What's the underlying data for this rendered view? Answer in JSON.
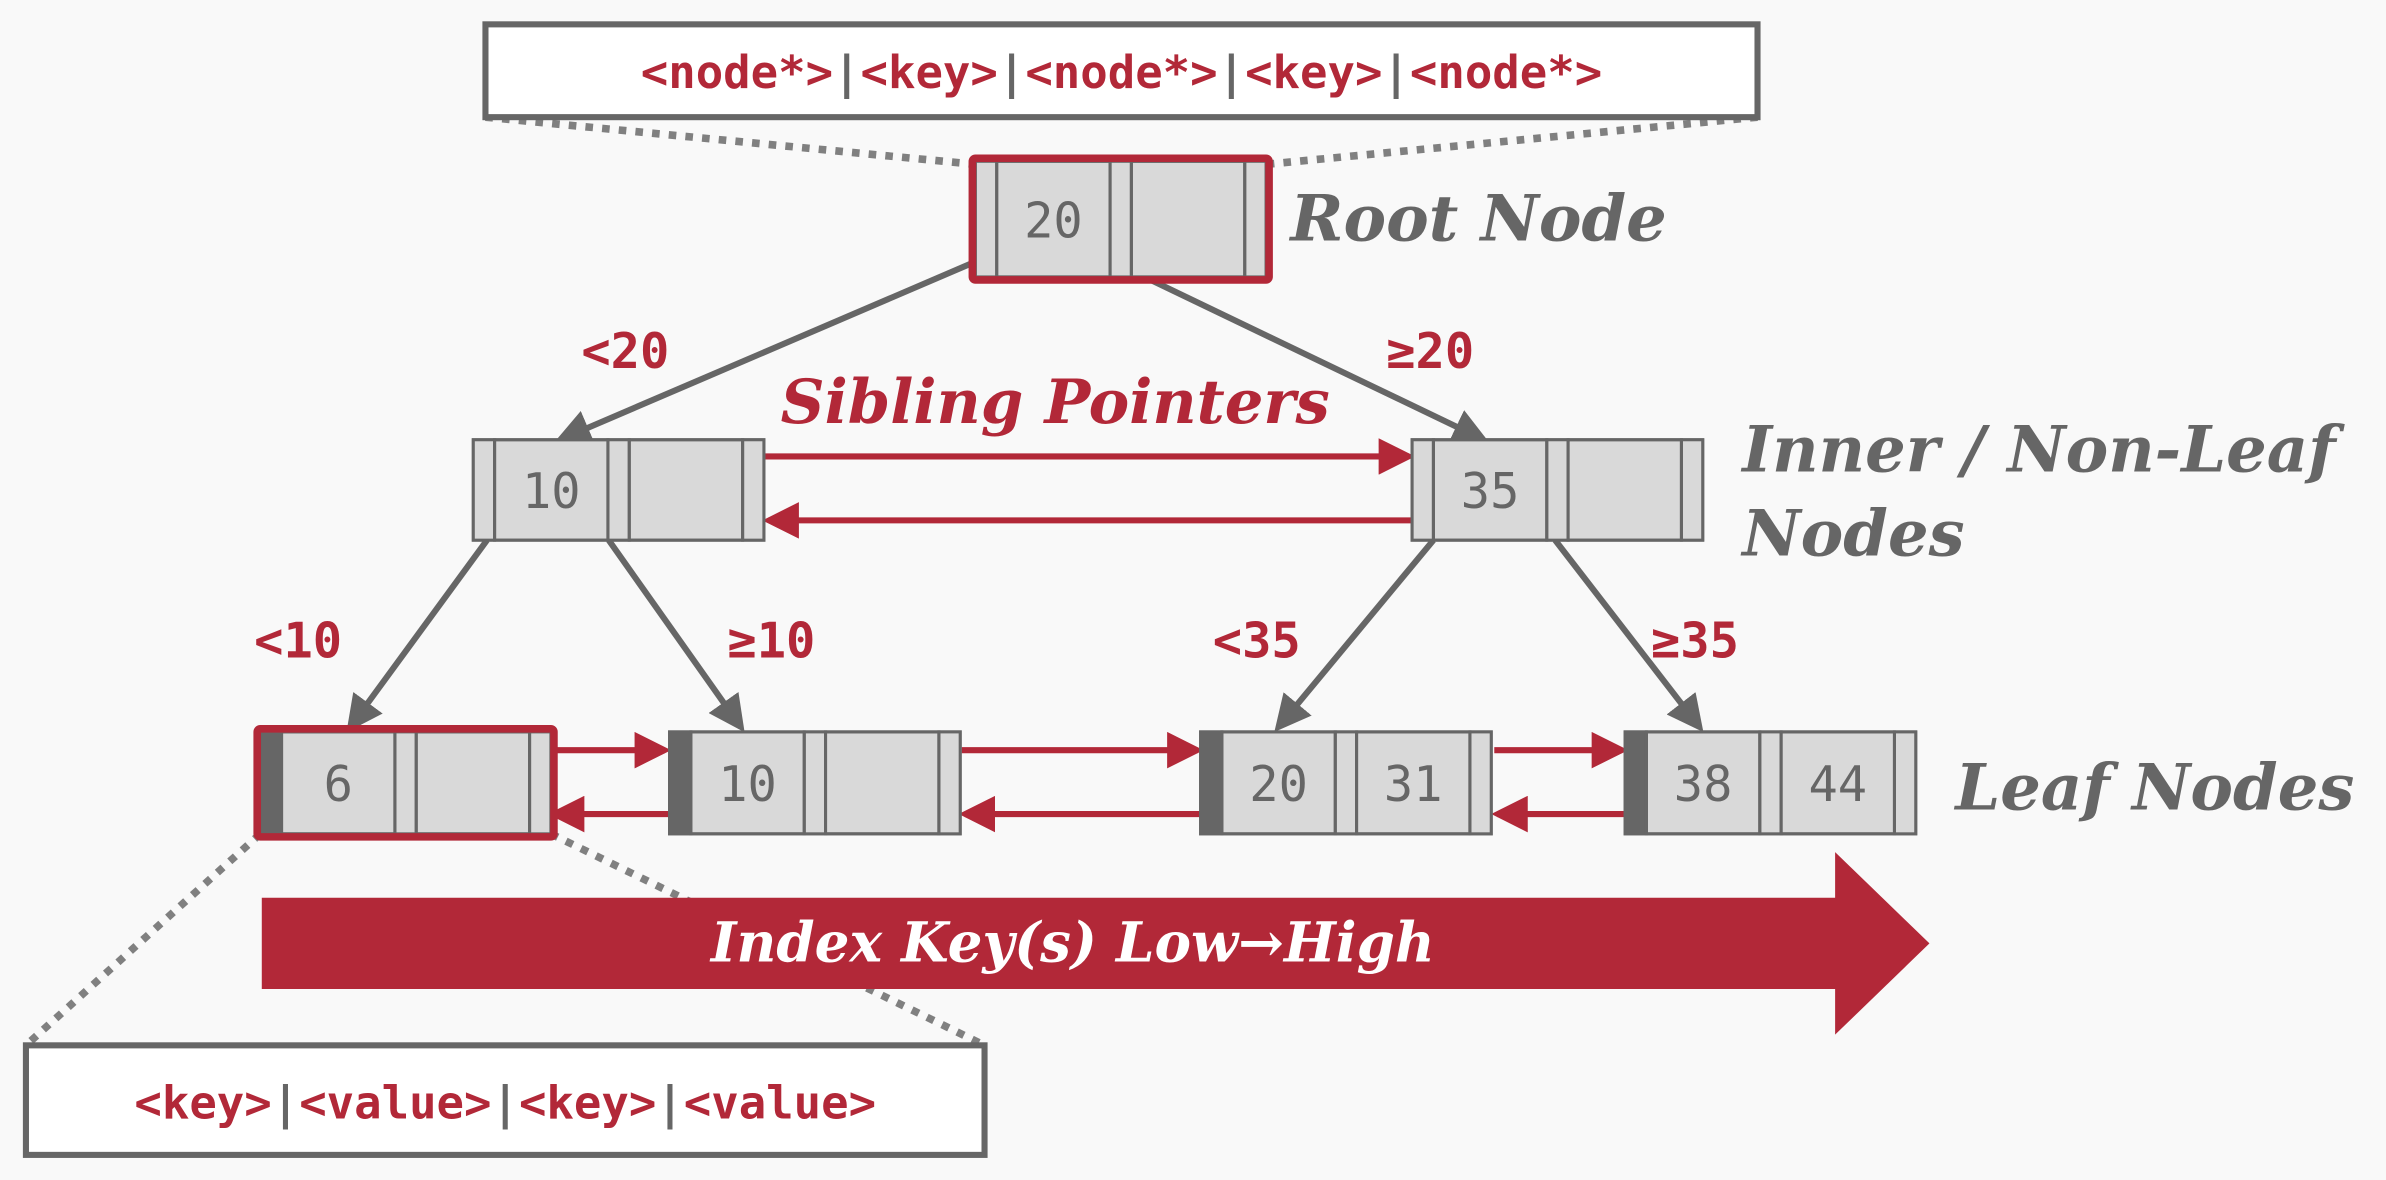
{
  "colors": {
    "accent": "#b22838",
    "gray": "#666666",
    "cell_fill": "#d9d9d9",
    "dotted": "#808080"
  },
  "inner_format": [
    {
      "t": "<node*>",
      "accent": true
    },
    {
      "t": "|",
      "accent": false
    },
    {
      "t": "<key>",
      "accent": true
    },
    {
      "t": "|",
      "accent": false
    },
    {
      "t": "<node*>",
      "accent": true
    },
    {
      "t": "|",
      "accent": false
    },
    {
      "t": "<key>",
      "accent": true
    },
    {
      "t": "|",
      "accent": false
    },
    {
      "t": "<node*>",
      "accent": true
    }
  ],
  "leaf_format": [
    {
      "t": "<key>",
      "accent": true
    },
    {
      "t": "|",
      "accent": false
    },
    {
      "t": "<value>",
      "accent": true
    },
    {
      "t": "|",
      "accent": false
    },
    {
      "t": "<key>",
      "accent": true
    },
    {
      "t": "|",
      "accent": false
    },
    {
      "t": "<value>",
      "accent": true
    }
  ],
  "nodes": {
    "root": {
      "keys": [
        "20",
        ""
      ],
      "highlighted": true
    },
    "inner": [
      {
        "keys": [
          "10",
          ""
        ]
      },
      {
        "keys": [
          "35",
          ""
        ]
      }
    ],
    "leaves": [
      {
        "keys": [
          "6",
          ""
        ],
        "highlighted": true
      },
      {
        "keys": [
          "10",
          ""
        ]
      },
      {
        "keys": [
          "20",
          "31"
        ]
      },
      {
        "keys": [
          "38",
          "44"
        ]
      }
    ]
  },
  "edge_labels": [
    "<20",
    "≥20",
    "<10",
    "≥10",
    "<35",
    "≥35"
  ],
  "labels": {
    "root": "Root Node",
    "inner_line1": "Inner / Non-Leaf",
    "inner_line2": "Nodes",
    "leaf": "Leaf Nodes",
    "sibling": "Sibling Pointers",
    "arrow": "Index Key(s) Low→High"
  }
}
